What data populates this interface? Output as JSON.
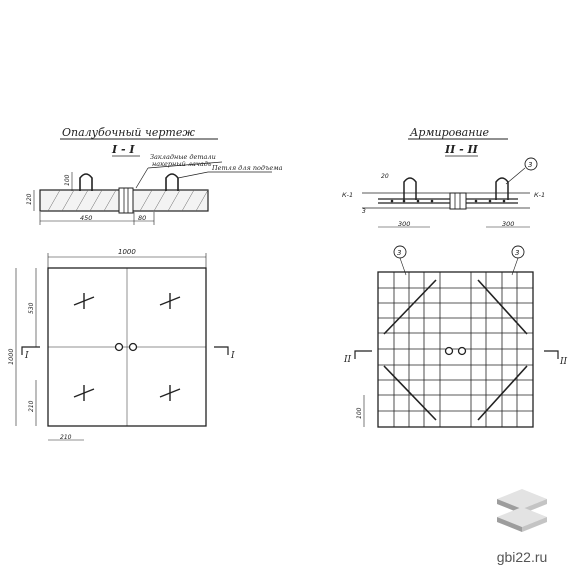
{
  "left_sheet": {
    "title": "Опалубочный чертеж",
    "section_label": "I - I",
    "callout_1_line1": "Закладные детали",
    "callout_1_line2": "накерный лачадь",
    "callout_2": "Петля для подъема",
    "dim_height_section": "120",
    "dim_loop": "100",
    "dim_450": "450",
    "dim_80": "80",
    "dim_width": "1000",
    "dim_side_height": "1000",
    "dim_530": "530",
    "dim_210_side": "210",
    "dim_210_bottom": "210",
    "cut_mark_left": "I",
    "cut_mark_right": "I"
  },
  "right_sheet": {
    "title": "Армирование",
    "section_label": "II - II",
    "k_left": "К-1",
    "k_right": "К-1",
    "small_dim_20": "20",
    "small_dim_3": "3",
    "dim_300_left": "300",
    "dim_300_right": "300",
    "callout_bubble": "3",
    "plan_bubble_left": "3",
    "plan_bubble_right": "3",
    "dim_side_100": "100",
    "cut_mark_left": "II",
    "cut_mark_right": "II"
  },
  "brand": {
    "text": "gbi22.ru",
    "color_top": "#e3e3e3",
    "color_side": "#9d9d9d"
  }
}
